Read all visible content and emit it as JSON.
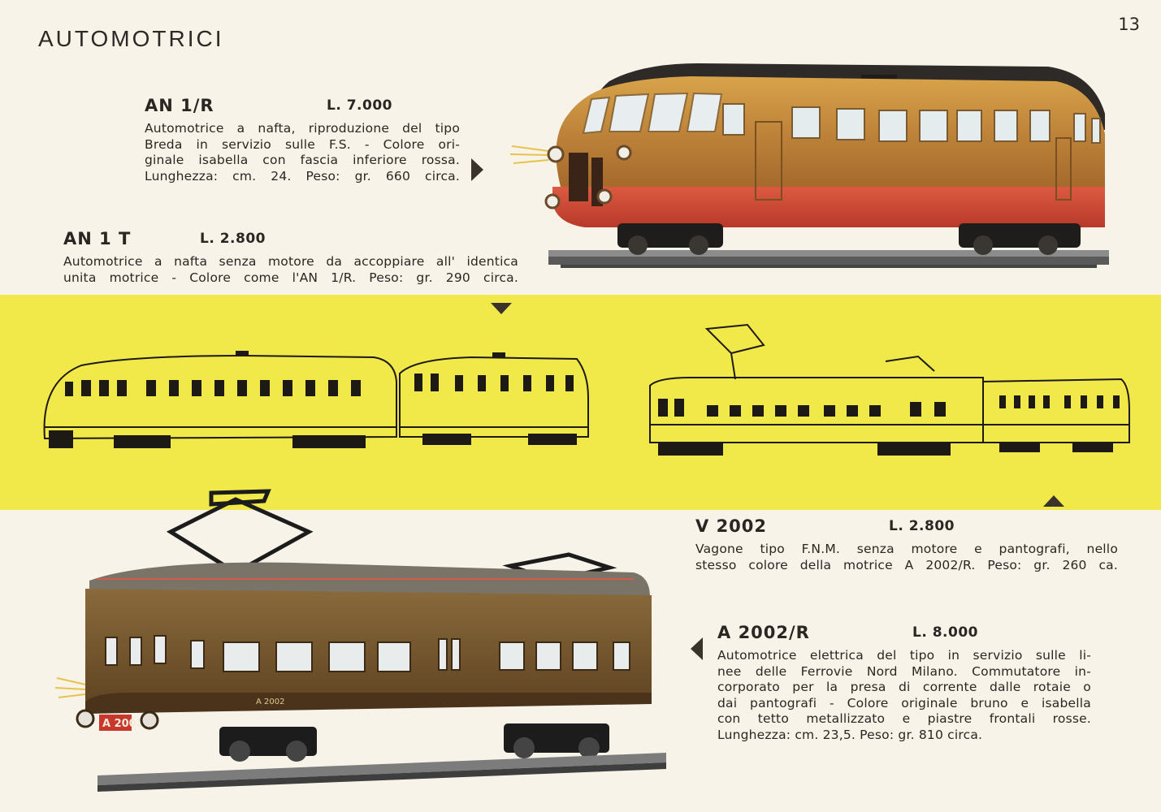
{
  "page": {
    "title": "AUTOMOTRICI",
    "number": "13"
  },
  "products": [
    {
      "model": "AN 1/R",
      "price": "L. 7.000",
      "lines": [
        "Automotrice a nafta, riproduzione del tipo",
        "Breda in servizio sulle F.S. - Colore ori-",
        "ginale isabella con fascia inferiore rossa.",
        "Lunghezza: cm. 24.  Peso: gr. 660 circa."
      ]
    },
    {
      "model": "AN 1 T",
      "price": "L. 2.800",
      "lines": [
        "Automotrice a nafta senza motore da accoppiare all' identica",
        "unita motrice - Colore come l'AN 1/R. Peso: gr. 290 circa."
      ]
    },
    {
      "model": "V 2002",
      "price": "L. 2.800",
      "lines": [
        "Vagone tipo F.N.M. senza motore e pantografi, nello",
        "stesso colore della motrice A 2002/R. Peso: gr. 260 ca."
      ]
    },
    {
      "model": "A 2002/R",
      "price": "L. 8.000",
      "lines": [
        "Automotrice elettrica del tipo in servizio sulle li-",
        "nee delle Ferrovie Nord Milano. Commutatore in-",
        "corporato per la presa di corrente dalle rotaie o",
        "dai pantografi - Colore originale bruno e isabella",
        "con tetto metallizzato e piastre frontali rosse.",
        "Lunghezza: cm. 23,5. Peso: gr. 810 circa."
      ]
    }
  ],
  "illustrations": {
    "railcar_side_number": "A 2002",
    "railcar_plate": "A 2002"
  },
  "colors": {
    "paper": "#f7f3e9",
    "band": "#f1e84a",
    "ink": "#2a2622",
    "railcar_body": "#c58a3c",
    "railcar_skirt": "#d04a35",
    "electric_body": "#6b4d2a"
  }
}
